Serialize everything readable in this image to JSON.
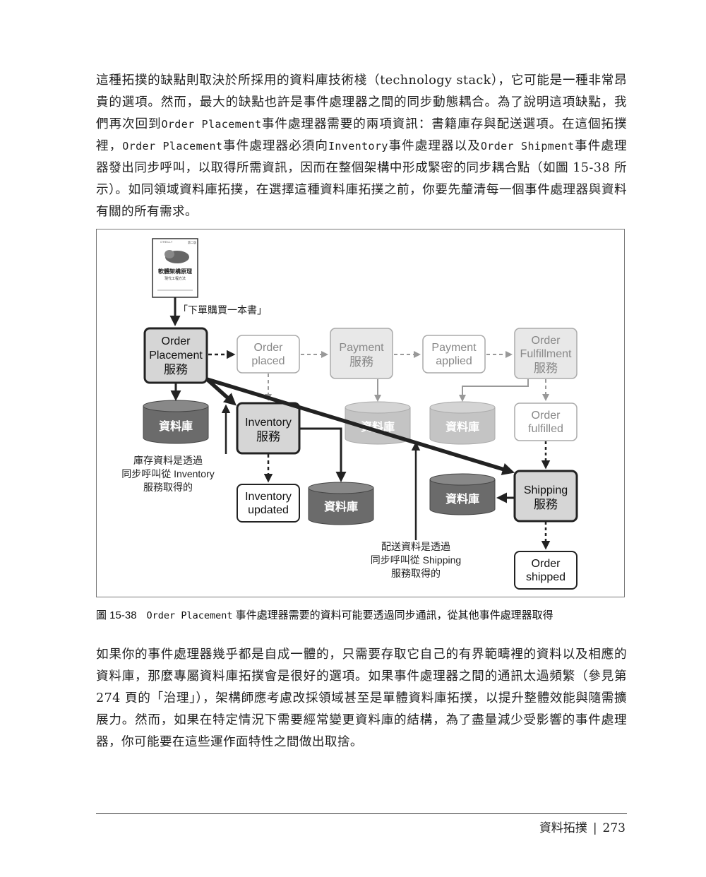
{
  "paragraph1": {
    "seg1": "這種拓撲的缺點則取決於所採用的資料庫技術棧（technology stack），它可能是一種非常昂貴的選項。然而，最大的缺點也許是事件處理器之間的同步動態耦合。為了說明這項缺點，我們再次回到",
    "code1": "Order Placement",
    "seg2": "事件處理器需要的兩項資訊：書籍庫存與配送選項。在這個拓撲裡，",
    "code2": "Order Placement",
    "seg3": "事件處理器必須向",
    "code3": "Inventory",
    "seg4": "事件處理器以及",
    "code4": "Order Shipment",
    "seg5": "事件處理器發出同步呼叫，以取得所需資訊，因而在整個架構中形成緊密的同步耦合點（如圖 15-38 所示）。如同領域資料庫拓撲，在選擇這種資料庫拓撲之前，你要先釐清每一個事件處理器與資料有關的所有需求。"
  },
  "figure": {
    "book": {
      "title": "軟體架構原理",
      "subtitle": "現代工程方法",
      "badge": "第二版",
      "publisher": "O'REILLY"
    },
    "order_label": "「下單購買一本書」",
    "order_placement": {
      "line1": "Order",
      "line2": "Placement",
      "line3": "服務"
    },
    "order_placed": {
      "line1": "Order",
      "line2": "placed"
    },
    "payment": {
      "line1": "Payment",
      "line2": "服務"
    },
    "payment_applied": {
      "line1": "Payment",
      "line2": "applied"
    },
    "order_fulfillment": {
      "line1": "Order",
      "line2": "Fulfillment",
      "line3": "服務"
    },
    "db_label": "資料庫",
    "inventory": {
      "line1": "Inventory",
      "line2": "服務"
    },
    "order_fulfilled": {
      "line1": "Order",
      "line2": "fulfilled"
    },
    "inventory_note": {
      "line1": "庫存資料是透過",
      "line2": "同步呼叫從 Inventory",
      "line3": "服務取得的"
    },
    "inventory_updated": {
      "line1": "Inventory",
      "line2": "updated"
    },
    "shipping": {
      "line1": "Shipping",
      "line2": "服務"
    },
    "shipping_note": {
      "line1": "配送資料是透過",
      "line2": "同步呼叫從 Shipping",
      "line3": "服務取得的"
    },
    "order_shipped": {
      "line1": "Order",
      "line2": "shipped"
    }
  },
  "caption": {
    "number": "圖 15-38",
    "code": "Order Placement",
    "text": "事件處理器需要的資料可能要透過同步通訊，從其他事件處理器取得"
  },
  "paragraph2": "如果你的事件處理器幾乎都是自成一體的，只需要存取它自己的有界範疇裡的資料以及相應的資料庫，那麼專屬資料庫拓撲會是很好的選項。如果事件處理器之間的通訊太過頻繁（參見第 274 頁的「治理」），架構師應考慮改採領域甚至是單體資料庫拓撲，以提升整體效能與隨需擴展力。然而，如果在特定情況下需要經常變更資料庫的結構，為了盡量減少受影響的事件處理器，你可能要在這些運作面特性之間做出取捨。",
  "footer": {
    "section": "資料拓撲",
    "separator": "|",
    "page": "273"
  }
}
